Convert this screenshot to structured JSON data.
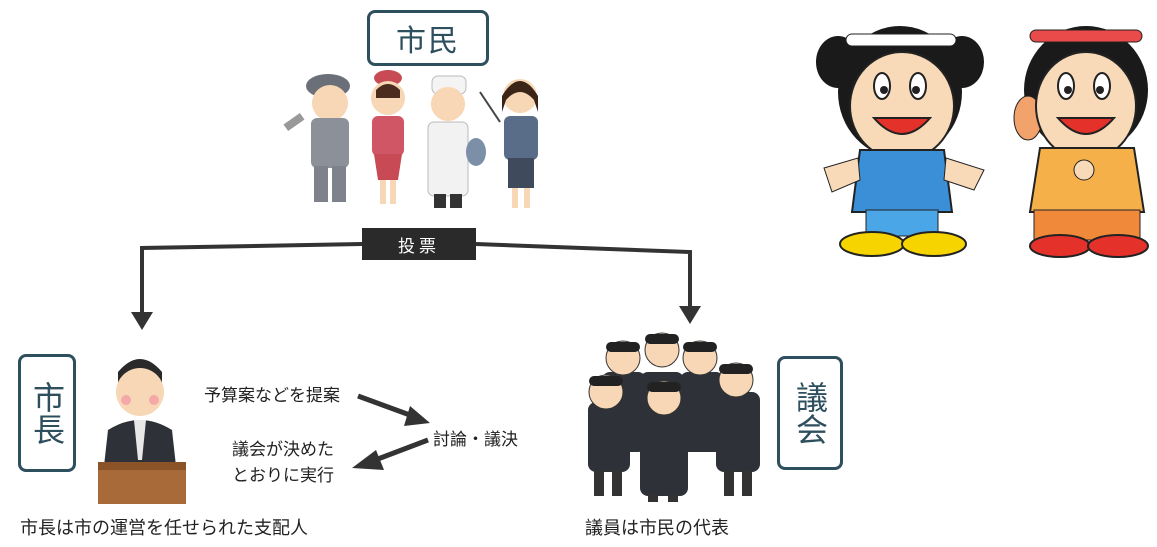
{
  "labels": {
    "citizens": "市民",
    "vote": "投票",
    "mayor": "市長",
    "council": "議会"
  },
  "flow": {
    "proposal": "予算案などを提案",
    "execute_line1": "議会が決めた",
    "execute_line2": "とおりに実行",
    "debate": "討論・議決"
  },
  "captions": {
    "mayor": "市長は市の運営を任せられた支配人",
    "council": "議員は市民の代表"
  },
  "colors": {
    "label_border": "#2e4f5e",
    "vote_bg": "#2a2a2a",
    "arrow": "#333333"
  }
}
